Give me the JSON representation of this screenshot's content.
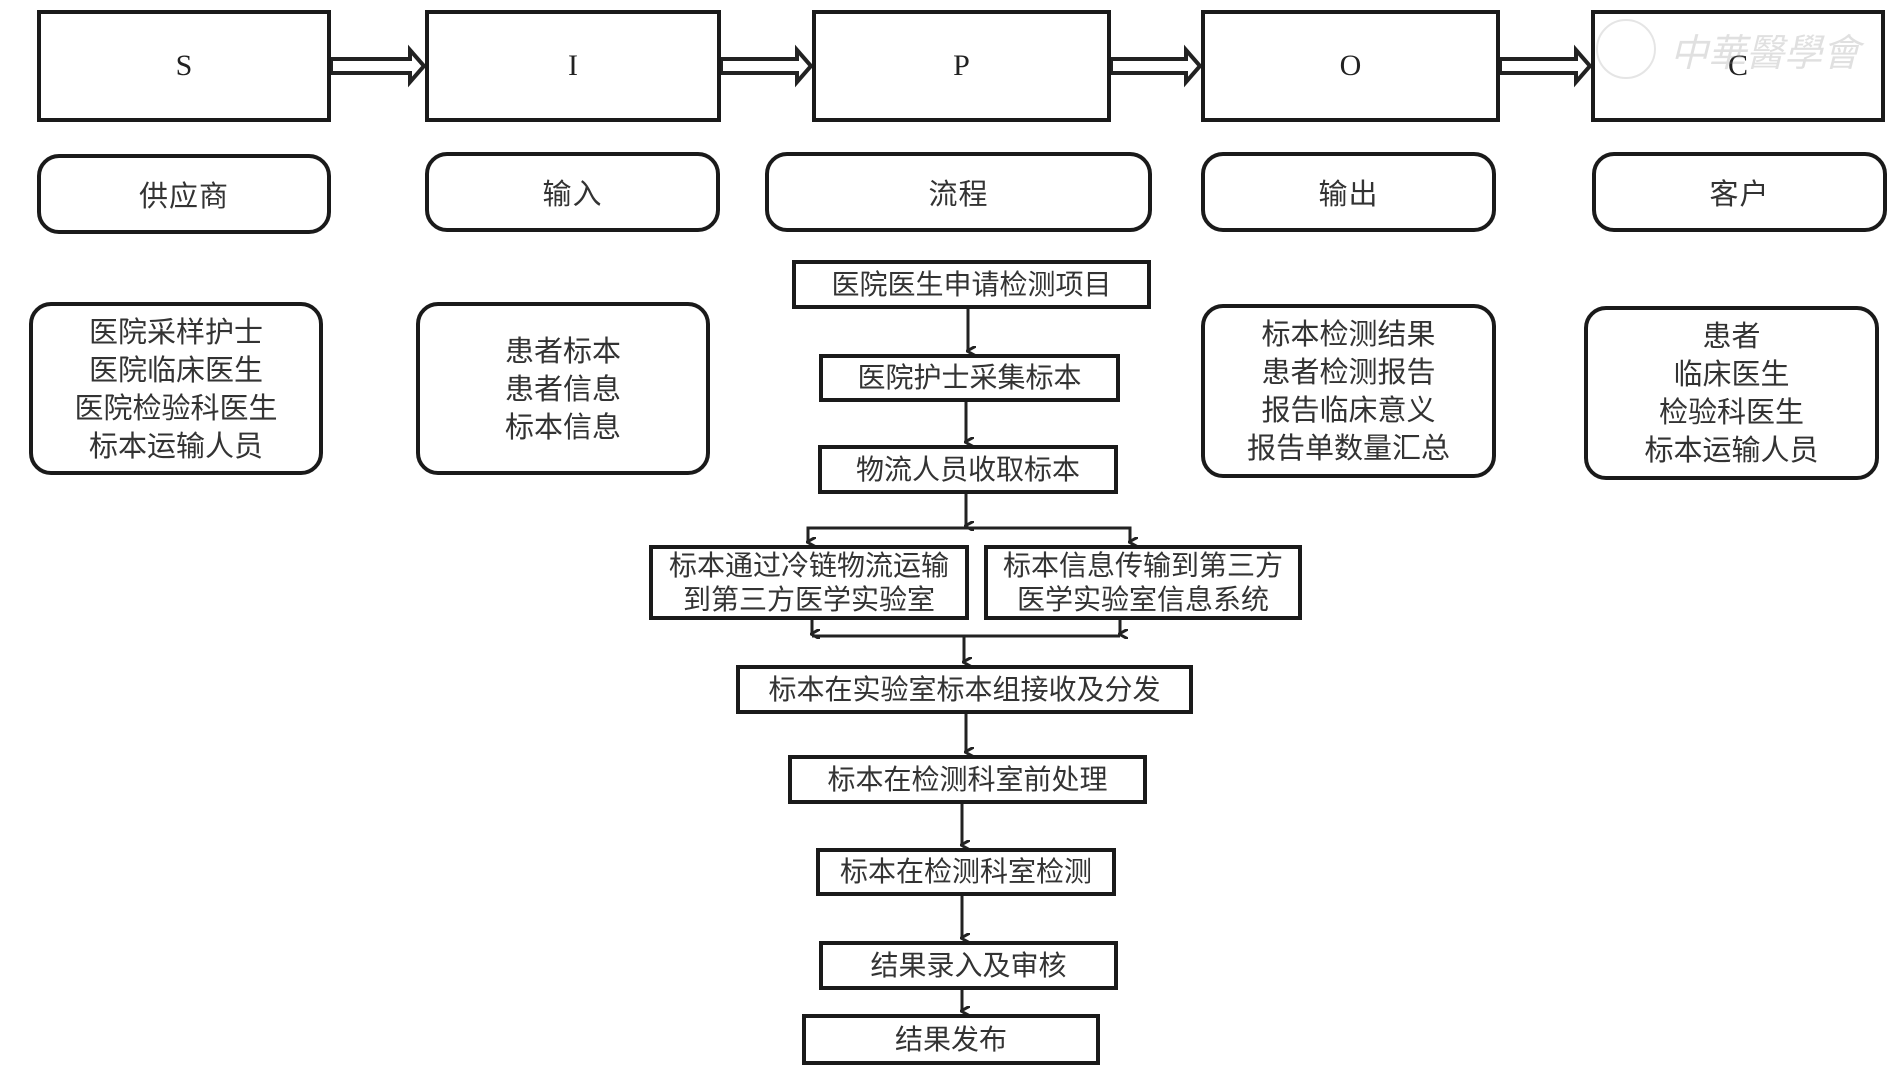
{
  "sipoc": [
    {
      "letter": "S",
      "label": "供应商",
      "details": [
        "医院采样护士",
        "医院临床医生",
        "医院检验科医生",
        "标本运输人员"
      ]
    },
    {
      "letter": "I",
      "label": "输入",
      "details": [
        "患者标本",
        "患者信息",
        "标本信息"
      ]
    },
    {
      "letter": "P",
      "label": "流程"
    },
    {
      "letter": "O",
      "label": "输出",
      "details": [
        "标本检测结果",
        "患者检测报告",
        "报告临床意义",
        "报告单数量汇总"
      ]
    },
    {
      "letter": "C",
      "label": "客户",
      "details": [
        "患者",
        "临床医生",
        "检验科医生",
        "标本运输人员"
      ]
    }
  ],
  "process_steps": [
    {
      "lines": [
        "医院医生申请检测项目"
      ]
    },
    {
      "lines": [
        "医院护士采集标本"
      ]
    },
    {
      "lines": [
        "物流人员收取标本"
      ]
    },
    {
      "lines": [
        "标本通过冷链物流运输",
        "到第三方医学实验室"
      ]
    },
    {
      "lines": [
        "标本信息传输到第三方",
        "医学实验室信息系统"
      ]
    },
    {
      "lines": [
        "标本在实验室标本组接收及分发"
      ]
    },
    {
      "lines": [
        "标本在检测科室前处理"
      ]
    },
    {
      "lines": [
        "标本在检测科室检测"
      ]
    },
    {
      "lines": [
        "结果录入及审核"
      ]
    },
    {
      "lines": [
        "结果发布"
      ]
    }
  ],
  "watermark": {
    "text": "中華醫學會"
  }
}
